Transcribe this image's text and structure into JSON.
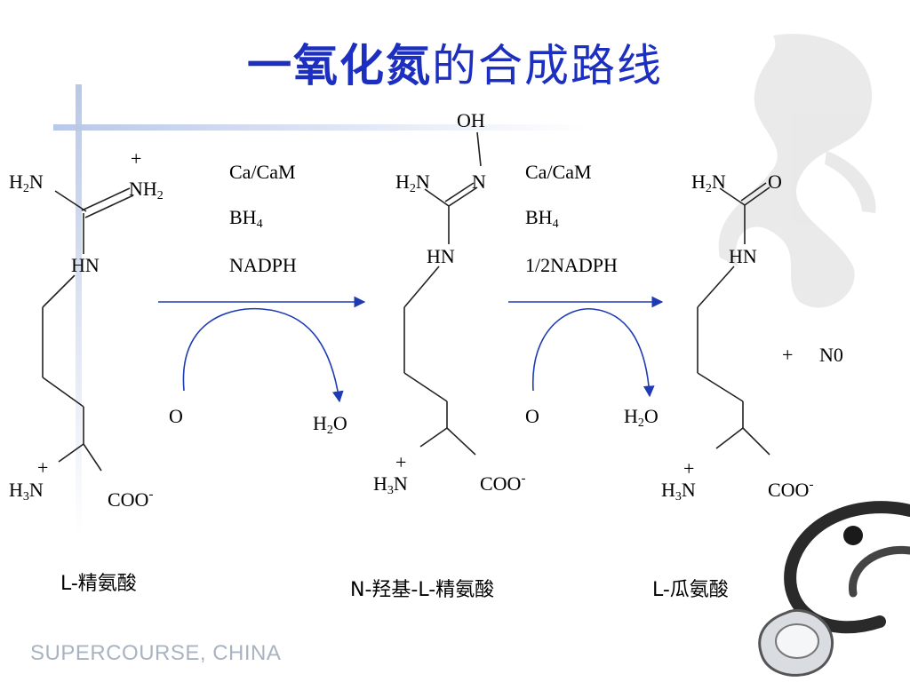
{
  "slide": {
    "title_bold": "一氧化氮",
    "title_rest": "的合成路线",
    "footer": "SUPERCOURSE, CHINA"
  },
  "colors": {
    "title": "#1d2fc0",
    "arrow": "#1f3bb3",
    "bond": "#222222",
    "deco_bar": "#b9c8e8"
  },
  "molecules": {
    "arginine": {
      "name": "L-精氨酸",
      "h2n": "H",
      "h2n_sub": "2",
      "h2n_n": "N",
      "plus_top": "+",
      "nh2": "NH",
      "nh2_sub": "2",
      "hn": "HN",
      "plus_bottom": "+",
      "h3n": "H",
      "h3n_sub": "3",
      "h3n_n": "N",
      "coo": "COO",
      "coo_sup": "-"
    },
    "hydroxyarginine": {
      "name": "N-羟基-L-精氨酸",
      "oh": "OH",
      "h2n": "H",
      "h2n_sub": "2",
      "h2n_n": "N",
      "n": "N",
      "hn": "HN",
      "plus_bottom": "+",
      "h3n": "H",
      "h3n_sub": "3",
      "h3n_n": "N",
      "coo": "COO",
      "coo_sup": "-"
    },
    "citrulline": {
      "name": "L-瓜氨酸",
      "h2n": "H",
      "h2n_sub": "2",
      "h2n_n": "N",
      "o": "O",
      "hn": "HN",
      "plus_bottom": "+",
      "h3n": "H",
      "h3n_sub": "3",
      "h3n_n": "N",
      "coo": "COO",
      "coo_sup": "-"
    }
  },
  "reactions": [
    {
      "cofactor1": "Ca/CaM",
      "cofactor2": "BH",
      "cofactor2_sub": "4",
      "cofactor3": "NADPH",
      "oxygen": "O",
      "water": "H",
      "water_sub": "2",
      "water_o": "O"
    },
    {
      "cofactor1": "Ca/CaM",
      "cofactor2": "BH",
      "cofactor2_sub": "4",
      "cofactor3": "1/2NADPH",
      "oxygen": "O",
      "water": "H",
      "water_sub": "2",
      "water_o": "O"
    }
  ],
  "product_extra": {
    "plus": "+",
    "no": "N0"
  }
}
